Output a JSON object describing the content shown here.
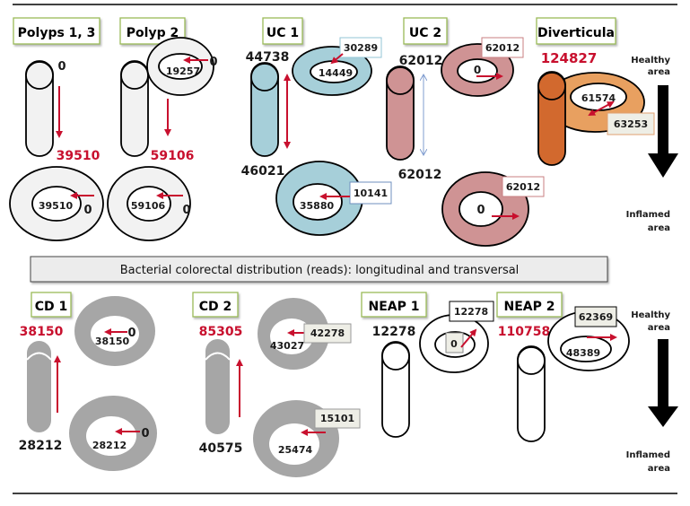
{
  "figure": {
    "banner": "Bacterial colorectal distribution (reads): longitudinal and transversal",
    "legend": {
      "top": [
        "Healthy",
        "area"
      ],
      "bottom": [
        "Inflamed",
        "area"
      ]
    },
    "colors": {
      "uc1": "#a6cfd9",
      "uc2": "#cf9394",
      "diverticula_tube": "#d2692e",
      "diverticula_ring": "#e8a060",
      "cd": "#a6a6a6",
      "neutral": "#f2f2f2",
      "arrow_red": "#c8102e",
      "arrow_blue": "#7f9ccf",
      "label_border": "#9bbb59"
    }
  },
  "panels": {
    "polyps13": {
      "title": "Polyps 1, 3",
      "top_value": "0",
      "bottom_value": "39510",
      "ring_inner": "39510",
      "ring_outer": "0"
    },
    "polyp2": {
      "title": "Polyp 2",
      "top_ring_inner": "19257",
      "top_ring_outer": "0",
      "bottom_value": "59106",
      "ring_inner": "59106",
      "ring_outer": "0"
    },
    "uc1": {
      "title": "UC 1",
      "top_value": "44738",
      "bottom_value": "46021",
      "top_ring_inner": "14449",
      "top_ring_box": "30289",
      "bottom_ring_inner": "35880",
      "bottom_ring_box": "10141"
    },
    "uc2": {
      "title": "UC 2",
      "top_value": "62012",
      "bottom_value": "62012",
      "top_ring_inner": "0",
      "top_ring_box": "62012",
      "bottom_ring_inner": "0",
      "bottom_ring_box": "62012"
    },
    "diverticula": {
      "title": "Diverticula",
      "top_value": "124827",
      "ring_inner": "61574",
      "ring_box": "63253"
    },
    "cd1": {
      "title": "CD 1",
      "top_value": "38150",
      "bottom_value": "28212",
      "top_ring_inner": "38150",
      "top_ring_outer": "0",
      "bottom_ring_inner": "28212",
      "bottom_ring_outer": "0"
    },
    "cd2": {
      "title": "CD 2",
      "top_value": "85305",
      "bottom_value": "40575",
      "top_ring_inner": "43027",
      "top_ring_box": "42278",
      "bottom_ring_inner": "25474",
      "bottom_ring_box": "15101"
    },
    "neap1": {
      "title": "NEAP 1",
      "top_value": "12278",
      "ring_inner_box": "0",
      "ring_box": "12278"
    },
    "neap2": {
      "title": "NEAP 2",
      "top_value": "110758",
      "ring_inner": "48389",
      "ring_box": "62369"
    }
  }
}
